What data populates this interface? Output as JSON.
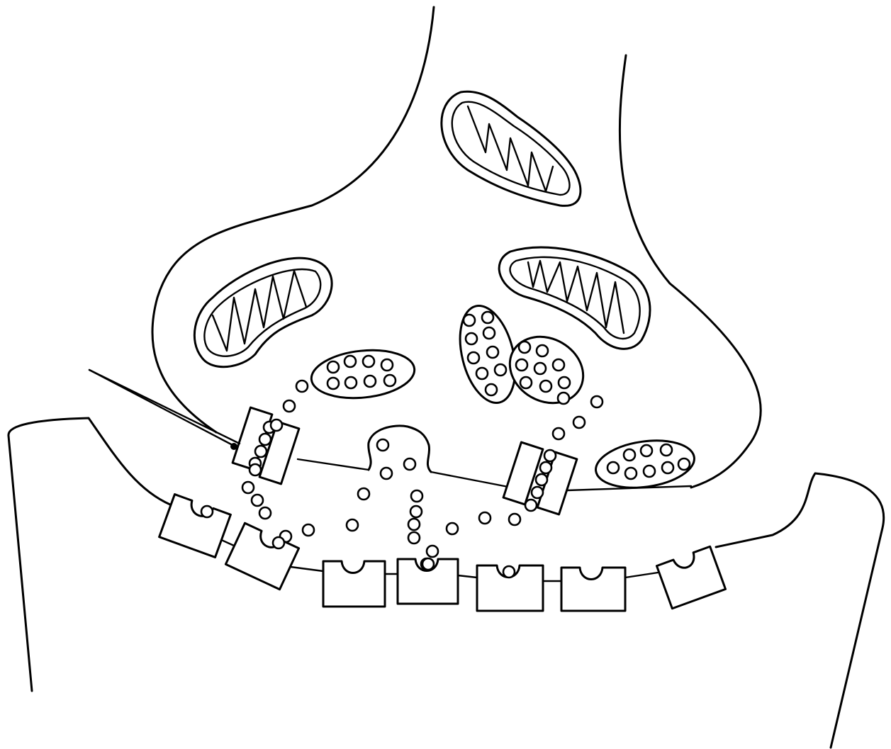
{
  "diagram": {
    "subject": "synapse",
    "colors": {
      "line": "#000000",
      "background": "#ffffff"
    },
    "parts": [
      "presynaptic-terminal",
      "postsynaptic-membrane",
      "mitochondrion",
      "synaptic-vesicle-cluster",
      "released-neurotransmitter",
      "receptor",
      "membrane-channel",
      "pointer-line"
    ]
  }
}
